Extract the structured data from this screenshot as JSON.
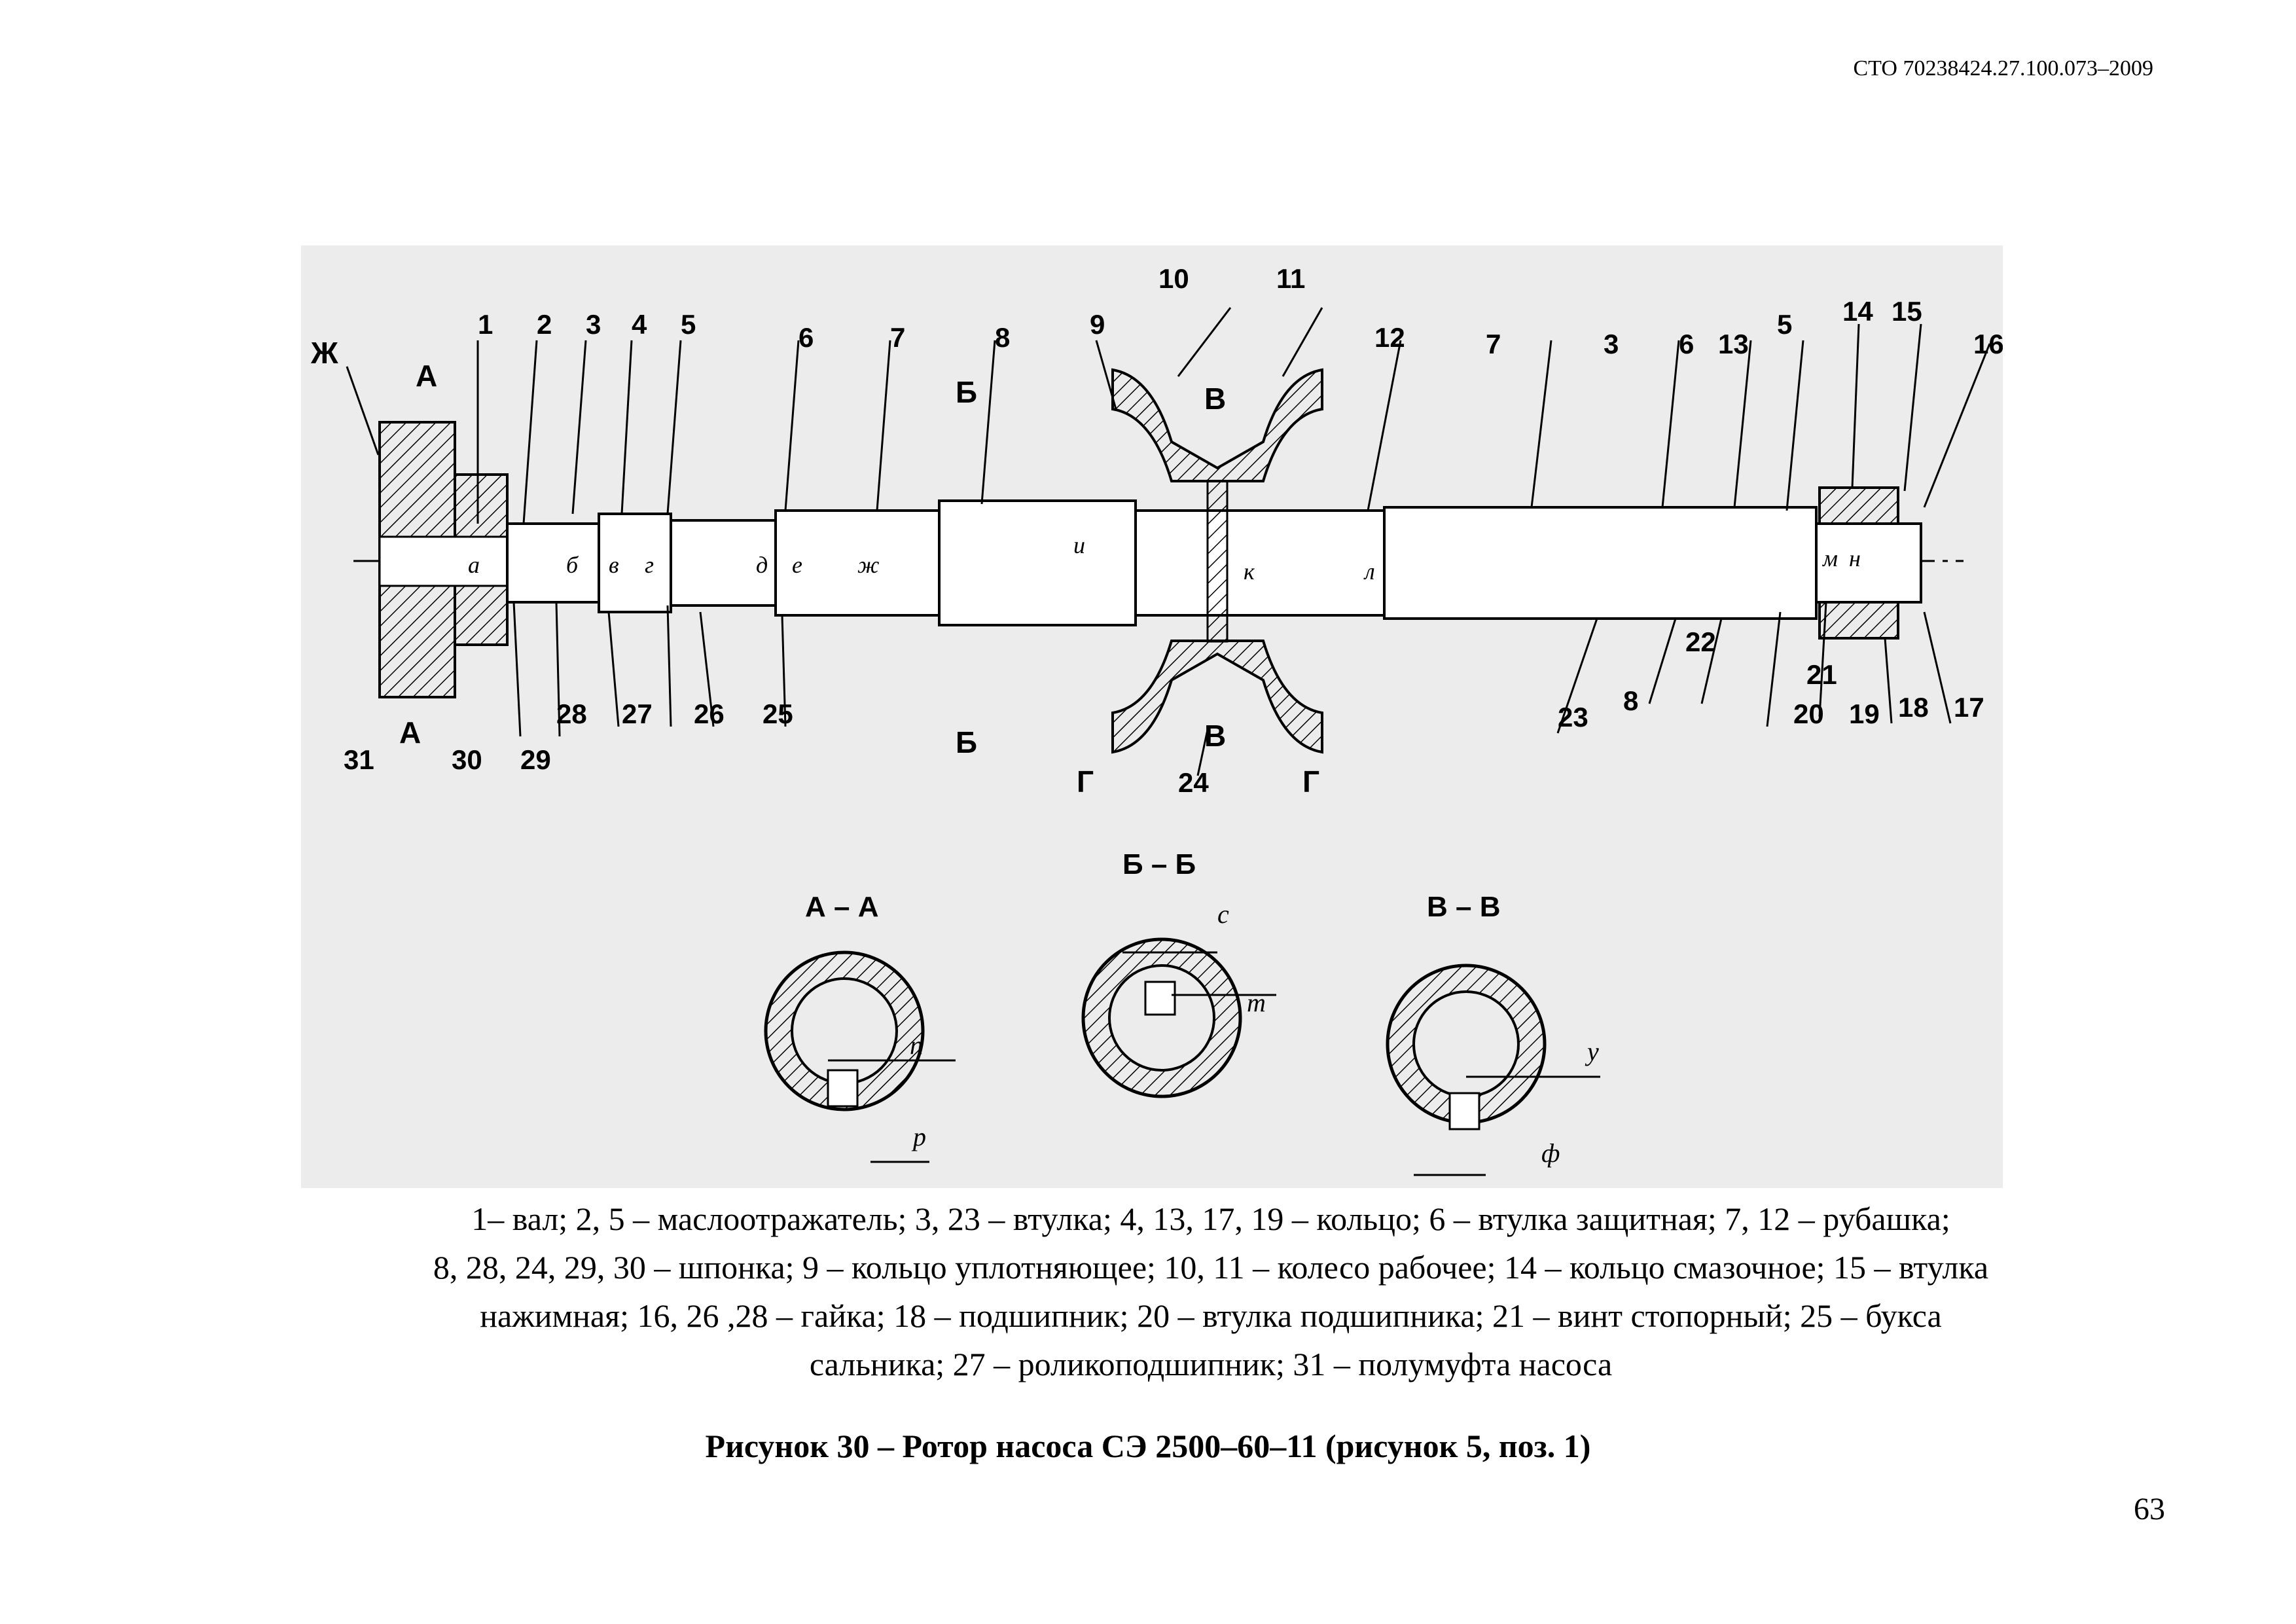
{
  "header": {
    "doc_code": "СТО 70238424.27.100.073–2009"
  },
  "figure": {
    "part_numbers": [
      "1",
      "2",
      "3",
      "4",
      "5",
      "6",
      "7",
      "8",
      "9",
      "10",
      "11",
      "12",
      "7",
      "3",
      "6",
      "13",
      "5",
      "14",
      "15",
      "16",
      "17",
      "18",
      "19",
      "20",
      "21",
      "8",
      "22",
      "23",
      "24",
      "25",
      "26",
      "27",
      "28",
      "29",
      "30",
      "31"
    ],
    "view_letters": [
      "Ж",
      "А",
      "А",
      "Б",
      "Б",
      "В",
      "В",
      "Г",
      "Г"
    ],
    "dimension_letters": [
      "а",
      "б",
      "в",
      "г",
      "д",
      "е",
      "ж",
      "и",
      "к",
      "л",
      "м",
      "н"
    ],
    "sections": [
      {
        "title": "А – А",
        "dims": [
          "п",
          "р"
        ]
      },
      {
        "title": "Б – Б",
        "dims": [
          "с",
          "т"
        ]
      },
      {
        "title": "В – В",
        "dims": [
          "у",
          "ф"
        ]
      }
    ]
  },
  "legend": {
    "lines": [
      "1– вал; 2, 5 – маслоотражатель; 3, 23 – втулка; 4, 13, 17, 19 – кольцо; 6 – втулка защитная; 7, 12 – рубашка;",
      "8, 28, 24, 29, 30 – шпонка; 9 – кольцо уплотняющее;  10, 11 – колесо рабочее; 14 – кольцо смазочное; 15 – втулка",
      "нажимная; 16, 26 ,28 – гайка; 18 – подшипник; 20 – втулка подшипника; 21 – винт стопорный; 25 – букса",
      "сальника; 27 – роликоподшипник; 31 – полумуфта насоса"
    ]
  },
  "caption": "Рисунок 30 – Ротор насоса СЭ 2500–60–11 (рисунок 5, поз. 1)",
  "page_number": "63"
}
